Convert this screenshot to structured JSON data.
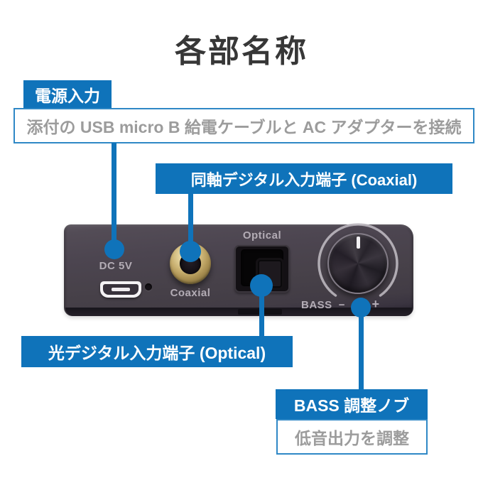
{
  "title": "各部名称",
  "colors": {
    "accent_blue": "#0f73ba",
    "box_border_blue": "#2f88c6",
    "desc_text": "#9c9c9c",
    "title_text": "#373737",
    "panel_text": "#b3acb5"
  },
  "callouts": {
    "power": {
      "label": "電源入力",
      "description": "添付の USB micro B 給電ケーブルと AC アダプターを接続"
    },
    "coaxial": {
      "label": "同軸デジタル入力端子 (Coaxial)"
    },
    "optical": {
      "label": "光デジタル入力端子 (Optical)"
    },
    "bass": {
      "label": "BASS 調整ノブ",
      "description": "低音出力を調整"
    }
  },
  "device_panel": {
    "power_port_label": "DC 5V",
    "coaxial_port_label": "Coaxial",
    "optical_port_label": "Optical",
    "bass_knob_label": "BASS",
    "bass_minus_symbol": "−",
    "bass_plus_symbol": "+"
  }
}
